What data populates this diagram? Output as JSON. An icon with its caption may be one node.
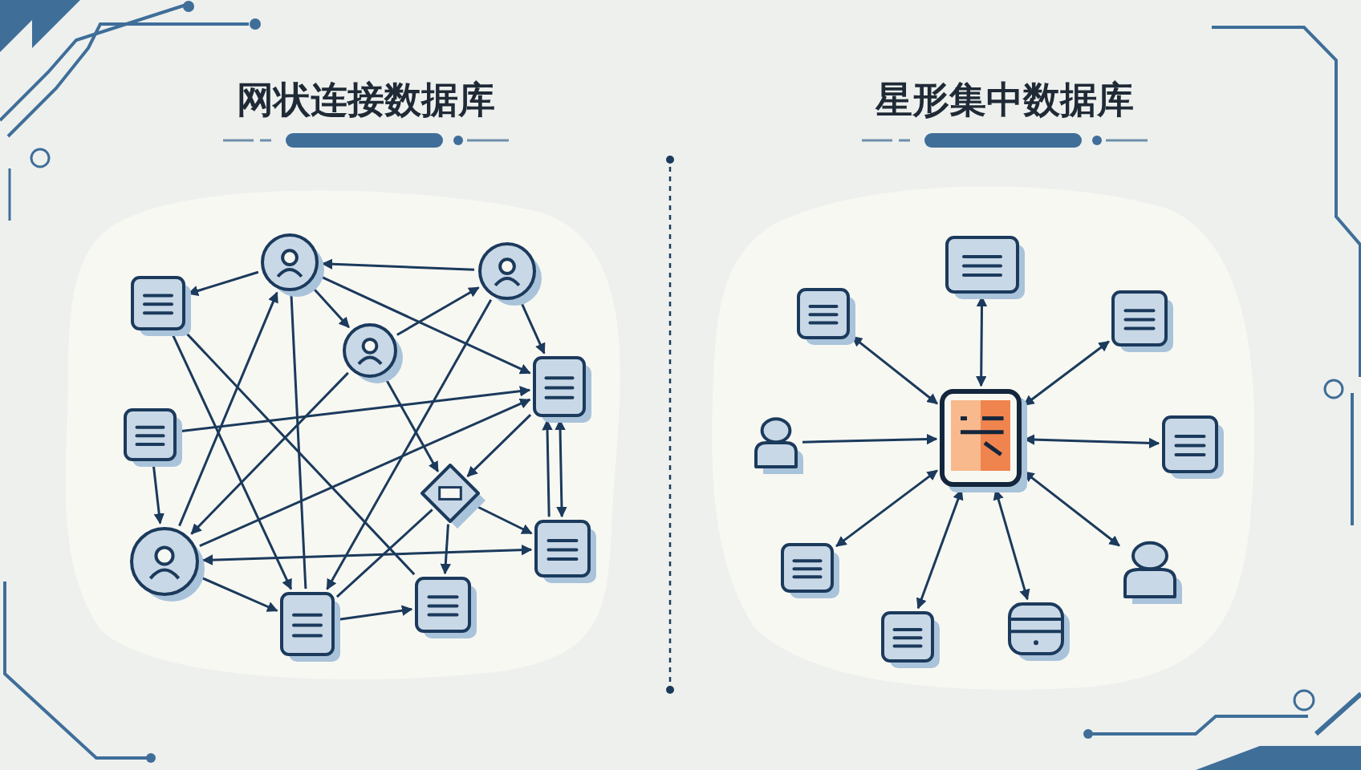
{
  "diagram": {
    "nodes": [
      {
        "text": [],
        "shape": "box"
      },
      {
        "text": [],
        "shape": "circle"
      },
      {
        "text": [],
        "shape": "circle"
      },
      {
        "text": [],
        "shape": "circle"
      },
      {
        "text": [],
        "shape": "box"
      },
      {
        "text": [],
        "shape": "box"
      },
      {
        "text": [],
        "shape": "diamond"
      },
      {
        "text": [],
        "shape": "box"
      },
      {
        "text": [],
        "shape": "circle"
      },
      {
        "text": [],
        "shape": "box"
      },
      {
        "text": [],
        "shape": "box"
      },
      {
        "text": [],
        "shape": "box"
      },
      {
        "text": [],
        "shape": "box"
      },
      {
        "text": [],
        "shape": "box"
      },
      {
        "text": [],
        "shape": "person"
      },
      {
        "text": [],
        "shape": "box"
      },
      {
        "text": [],
        "shape": "box"
      },
      {
        "text": [],
        "shape": "box"
      },
      {
        "text": [],
        "shape": "person"
      },
      {
        "text": [],
        "shape": "box"
      },
      {
        "text": [],
        "shape": "cylinder"
      }
    ],
    "edges": [
      {
        "from": 2,
        "to": 1,
        "arrow": "to"
      },
      {
        "from": 1,
        "to": 0,
        "arrow": "to"
      },
      {
        "from": 1,
        "to": 3,
        "arrow": "to"
      },
      {
        "from": 1,
        "to": 4,
        "arrow": "to"
      },
      {
        "from": 2,
        "to": 4,
        "arrow": "to"
      },
      {
        "from": 3,
        "to": 2,
        "arrow": "to"
      },
      {
        "from": 0,
        "to": 9,
        "arrow": "to"
      },
      {
        "from": 0,
        "to": 10,
        "arrow": "none"
      },
      {
        "from": 5,
        "to": 4,
        "arrow": "to"
      },
      {
        "from": 5,
        "to": 8,
        "arrow": "to"
      },
      {
        "from": 8,
        "to": 1,
        "arrow": "to"
      },
      {
        "from": 1,
        "to": 9,
        "arrow": "none"
      },
      {
        "from": 3,
        "to": 8,
        "arrow": "to"
      },
      {
        "from": 3,
        "to": 6,
        "arrow": "to"
      },
      {
        "from": 8,
        "to": 4,
        "arrow": "to"
      },
      {
        "from": 8,
        "to": 7,
        "arrow": "both"
      },
      {
        "from": 8,
        "to": 9,
        "arrow": "to"
      },
      {
        "from": 9,
        "to": 10,
        "arrow": "to"
      },
      {
        "from": 2,
        "to": 9,
        "arrow": "to"
      },
      {
        "from": 4,
        "to": 6,
        "arrow": "to"
      },
      {
        "from": 4,
        "to": 7,
        "arrow": "both"
      },
      {
        "from": 7,
        "to": 4,
        "arrow": "to"
      },
      {
        "from": 6,
        "to": 7,
        "arrow": "to"
      },
      {
        "from": 6,
        "to": 10,
        "arrow": "to"
      },
      {
        "from": 6,
        "to": 9,
        "arrow": "none"
      },
      {
        "from": 15,
        "to": 11,
        "arrow": "both"
      },
      {
        "from": 12,
        "to": 15,
        "arrow": "both"
      },
      {
        "from": 13,
        "to": 15,
        "arrow": "both"
      },
      {
        "from": 14,
        "to": 15,
        "arrow": "to"
      },
      {
        "from": 15,
        "to": 16,
        "arrow": "both"
      },
      {
        "from": 17,
        "to": 15,
        "arrow": "both"
      },
      {
        "from": 18,
        "to": 15,
        "arrow": "both"
      },
      {
        "from": 19,
        "to": 15,
        "arrow": "both"
      },
      {
        "from": 20,
        "to": 15,
        "arrow": "both"
      }
    ],
    "labels": [
      "网状连接数据库",
      "星形集中数据库"
    ]
  }
}
